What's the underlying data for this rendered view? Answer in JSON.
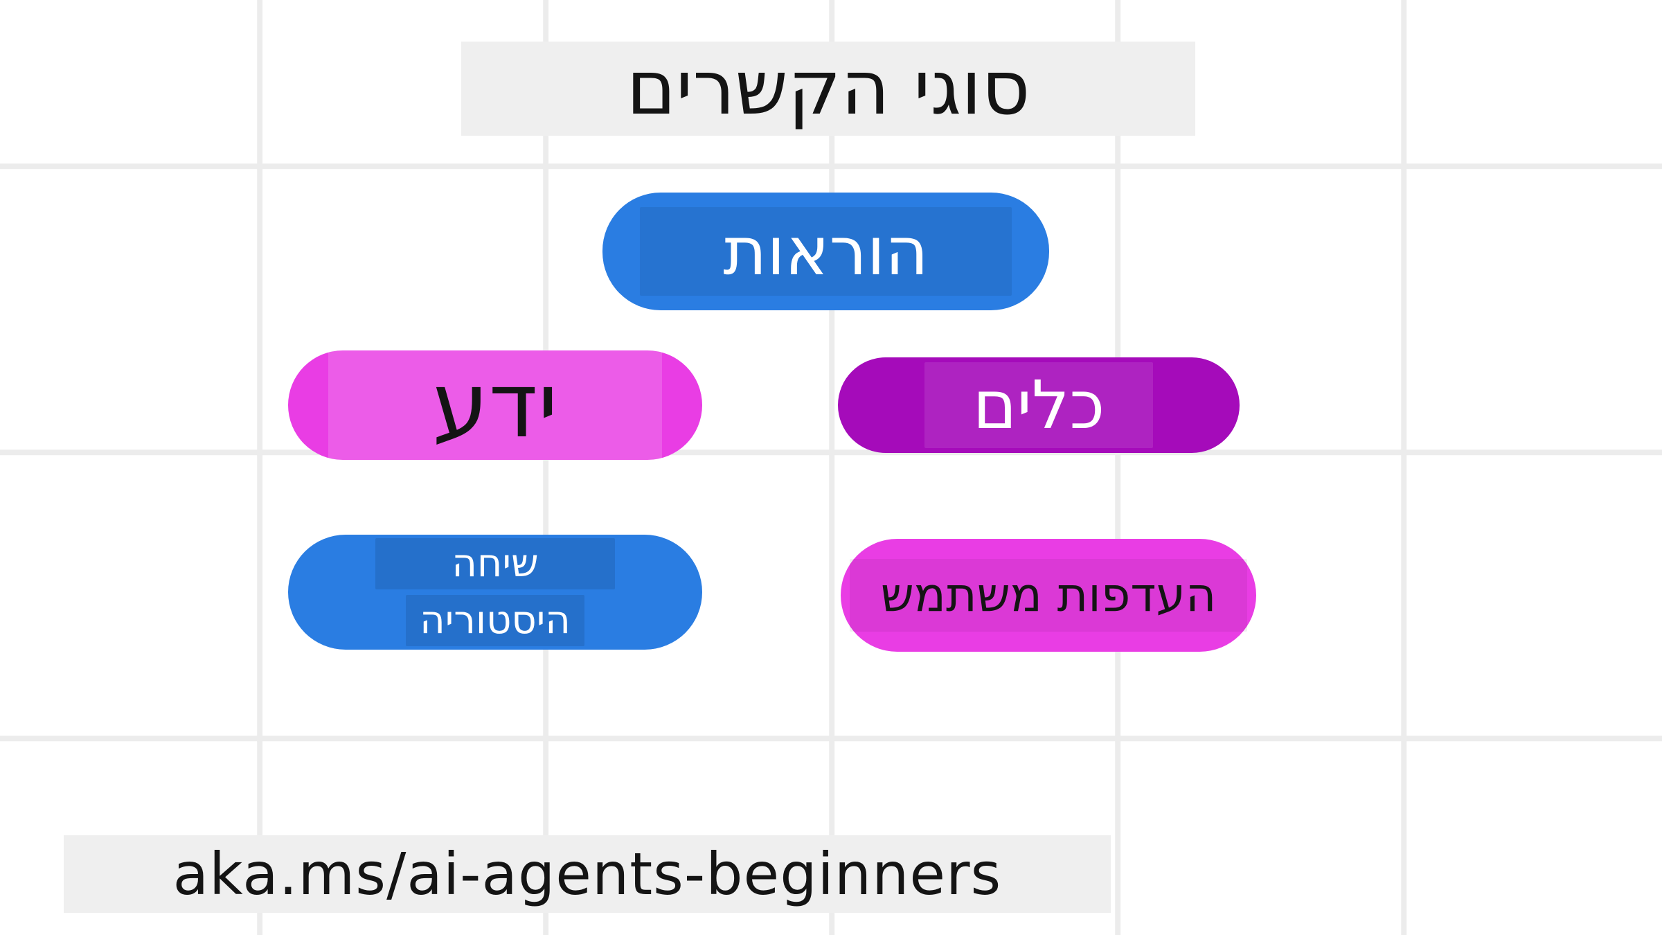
{
  "title": "סוגי הקשרים",
  "nodes": {
    "instructions": {
      "label": "הוראות"
    },
    "knowledge": {
      "label": "ידע"
    },
    "tools": {
      "label": "כלים"
    },
    "chat_history": {
      "lines": [
        "שיחה",
        "היסטוריה"
      ]
    },
    "user_preferences": {
      "label": "העדפות משתמש"
    }
  },
  "footer": {
    "link": "aka.ms/ai-agents-beginners"
  },
  "colors": {
    "blue": "#2a7de2",
    "magenta": "#e93de4",
    "purple": "#a50bba",
    "panel": "#efefef",
    "grid": "#ececec"
  }
}
